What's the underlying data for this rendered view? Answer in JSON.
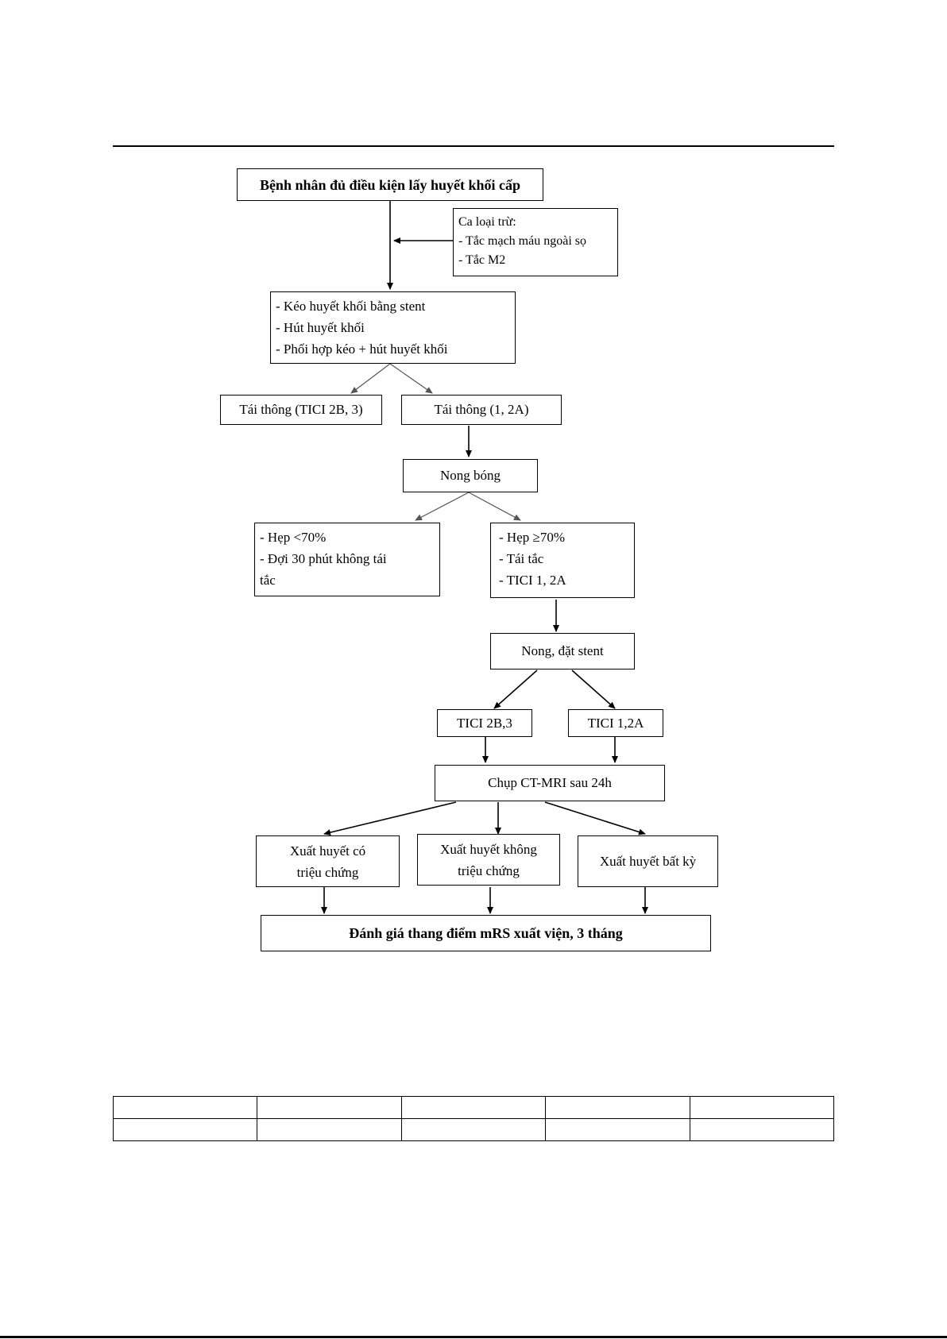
{
  "flowchart": {
    "start": "Bệnh nhân đủ điều kiện lấy huyết khối cấp",
    "exclusion": [
      "Ca loại trừ:",
      "- Tắc mạch máu ngoài sọ",
      "- Tắc M2"
    ],
    "treatment": [
      "- Kéo huyết khối bằng stent",
      "- Hút huyết khối",
      "- Phối hợp kéo + hút huyết khối"
    ],
    "recan_good": "Tái thông (TICI 2B, 3)",
    "recan_poor": "Tái thông (1, 2A)",
    "balloon": "Nong bóng",
    "stenosis_low": [
      "- Hẹp <70%",
      "- Đợi 30 phút không tái",
      "tắc"
    ],
    "stenosis_high": [
      "- Hẹp ≥70%",
      "- Tái tắc",
      "- TICI 1, 2A"
    ],
    "stent": "Nong, đặt stent",
    "tici_good": "TICI 2B,3",
    "tici_poor": "TICI 1,2A",
    "imaging": "Chụp CT-MRI sau 24h",
    "hem_symptomatic": [
      "Xuất huyết có",
      "triệu chứng"
    ],
    "hem_asymptomatic": [
      "Xuất huyết không",
      "triệu chứng"
    ],
    "hem_any": "Xuất huyết bất kỳ",
    "outcome": "Đánh giá thang điểm mRS xuất viện, 3 tháng"
  },
  "table": {
    "rows": [
      [
        "",
        "",
        "",
        "",
        ""
      ],
      [
        "",
        "",
        "",
        "",
        ""
      ]
    ]
  },
  "colors": {
    "arrow": "#000000",
    "thin_arrow": "#555555"
  }
}
